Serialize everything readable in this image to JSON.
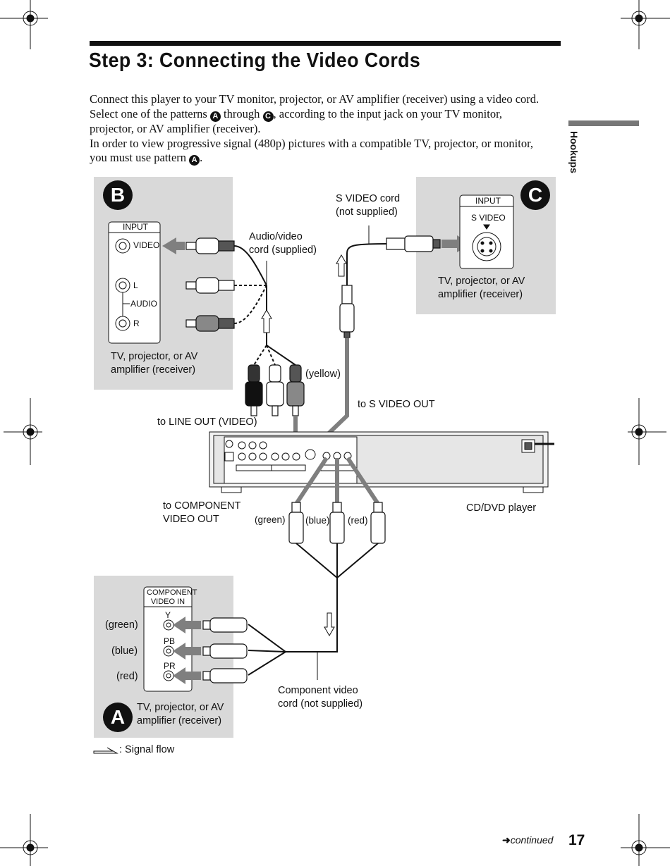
{
  "page": {
    "title": "Step 3: Connecting the Video Cords",
    "side_tab": "Hookups",
    "intro": {
      "line1": "Connect this player to your TV monitor, projector, or AV amplifier (receiver) using a video cord.",
      "line2_a": "Select one of the patterns",
      "line2_b": "through",
      "line2_c": ", according to the input jack on your TV monitor,",
      "line3": "projector, or AV amplifier (receiver).",
      "line4": "In order to view progressive signal (480p) pictures with a compatible TV, projector, or monitor,",
      "line5_a": "you must use pattern",
      "line5_b": "."
    },
    "badges": {
      "a": "A",
      "b": "B",
      "c": "C"
    },
    "footer": {
      "continued": "continued",
      "page_number": "17"
    }
  },
  "diagram": {
    "panel_b": {
      "letter": "B",
      "jack_box_title": "INPUT",
      "video_label": "VIDEO",
      "l_label": "L",
      "audio_label": "AUDIO",
      "r_label": "R",
      "device_label_1": "TV, projector, or AV",
      "device_label_2": "amplifier (receiver)"
    },
    "panel_c": {
      "letter": "C",
      "jack_box_title": "INPUT",
      "svideo_label": "S VIDEO",
      "device_label_1": "TV, projector, or AV",
      "device_label_2": "amplifier (receiver)"
    },
    "panel_a": {
      "letter": "A",
      "jack_box_title_1": "COMPONENT",
      "jack_box_title_2": "VIDEO IN",
      "y_label": "Y",
      "pb_label": "PB",
      "pr_label": "PR",
      "green": "(green)",
      "blue": "(blue)",
      "red": "(red)",
      "device_label_1": "TV, projector, or AV",
      "device_label_2": "amplifier (receiver)"
    },
    "cords": {
      "svideo_1": "S VIDEO cord",
      "svideo_2": "(not supplied)",
      "av_1": "Audio/video",
      "av_2": "cord (supplied)",
      "yellow": "(yellow)",
      "to_svideo_out": "to S VIDEO OUT",
      "to_line_out": "to LINE OUT (VIDEO)",
      "to_component_1": "to COMPONENT",
      "to_component_2": "VIDEO OUT",
      "green": "(green)",
      "blue": "(blue)",
      "red": "(red)",
      "component_1": "Component video",
      "component_2": "cord (not supplied)"
    },
    "player_label": "CD/DVD player",
    "legend": ": Signal flow"
  },
  "colors": {
    "panel_bg": "#d9d9d9",
    "arrow_gray": "#7f7f7f",
    "ink": "#111111"
  }
}
